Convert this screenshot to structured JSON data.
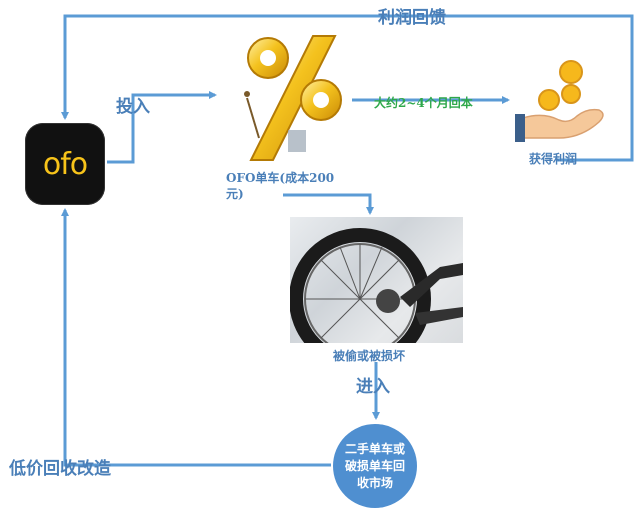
{
  "labels": {
    "profit_return": "利润回馈",
    "invest": "投入",
    "bike_cost": "OFO单车(成本200元)",
    "payback": "大约2~4个月回本",
    "get_profit": "获得利润",
    "stolen_damaged": "被偷或被损坏",
    "enter": "进入",
    "low_price_rework": "低价回收改造",
    "market": "二手单车或破损单车回收市场"
  },
  "icons": {
    "app_logo": "ofo-app-logo",
    "app_logo_text": "ofo",
    "percent": "percent-illustration",
    "coin_hand": "hand-with-coins-icon",
    "wheel": "bicycle-wheel-photo"
  },
  "colors": {
    "arrow_blue": "#5b9bd5",
    "label_blue": "#4a7fb8",
    "label_green": "#2ea84a",
    "circle_blue": "#4f8fd0",
    "logo_yellow": "#f7c31a"
  }
}
